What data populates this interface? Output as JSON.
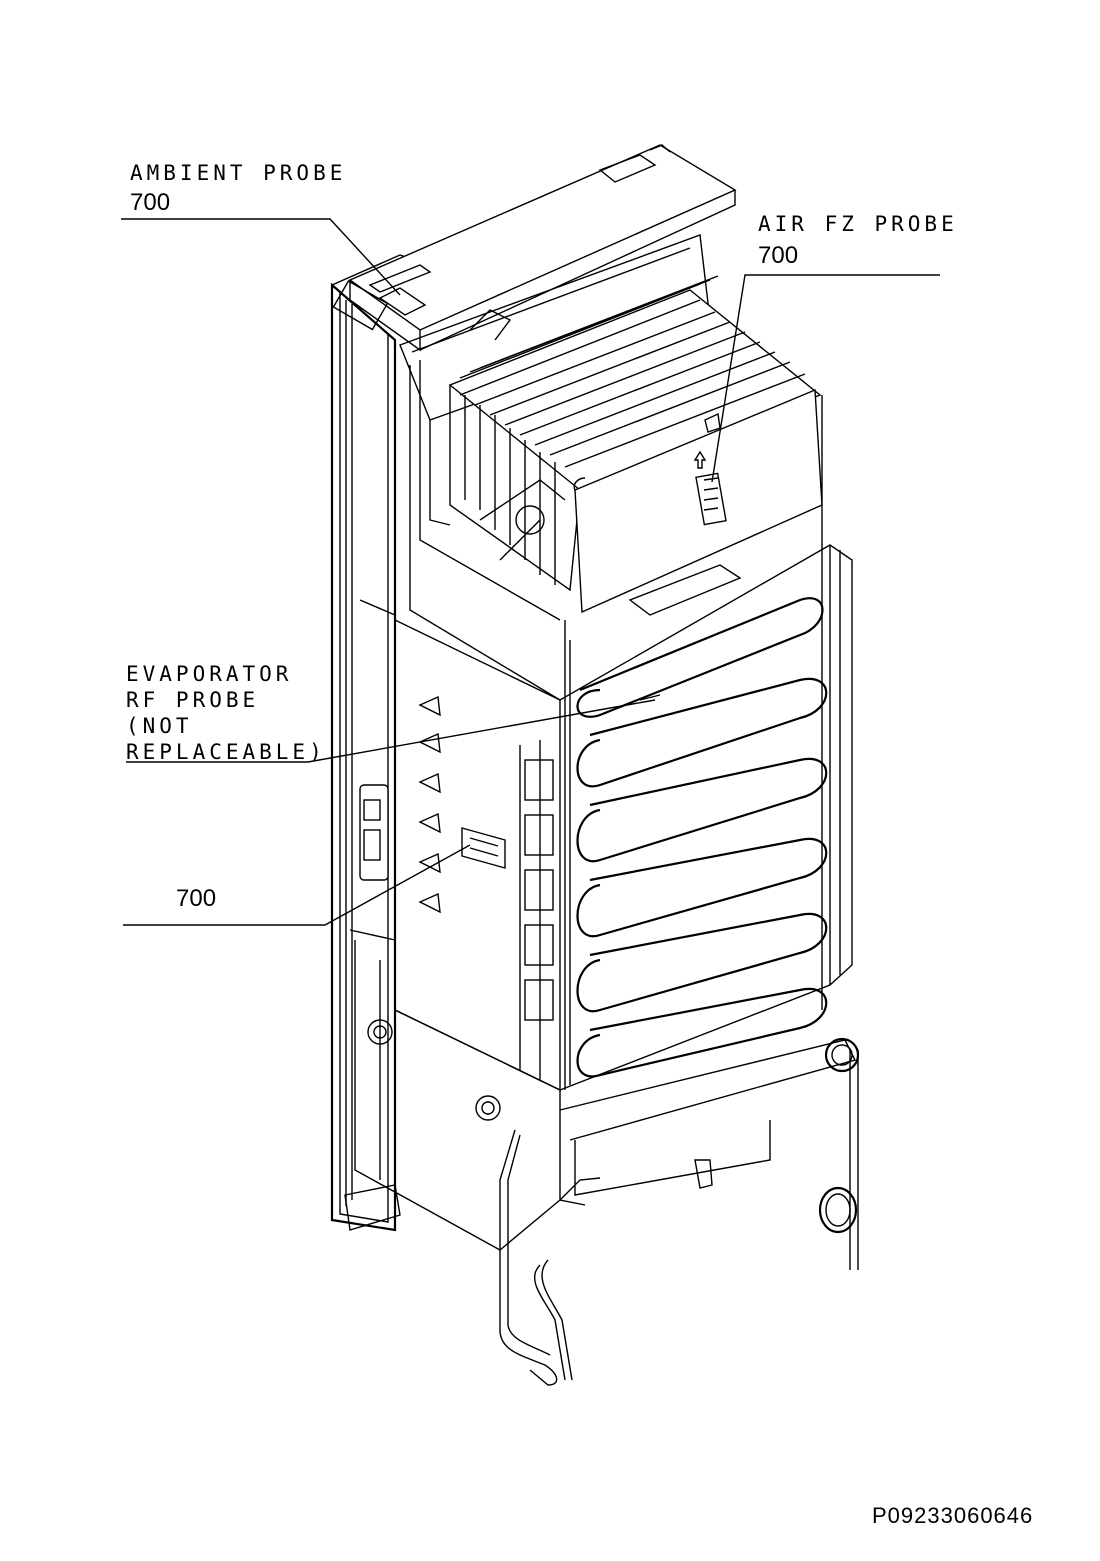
{
  "labels": {
    "ambient_probe": {
      "title": "AMBIENT PROBE",
      "code": "700"
    },
    "air_fz_probe": {
      "title": "AIR FZ PROBE",
      "code": "700"
    },
    "evaporator_rf_probe": {
      "lines": [
        "EVAPORATOR",
        "RF PROBE",
        "(NOT",
        "REPLACEABLE)"
      ]
    },
    "bottom_callout": {
      "code": "700"
    }
  },
  "drawing_code": "P09233060646"
}
